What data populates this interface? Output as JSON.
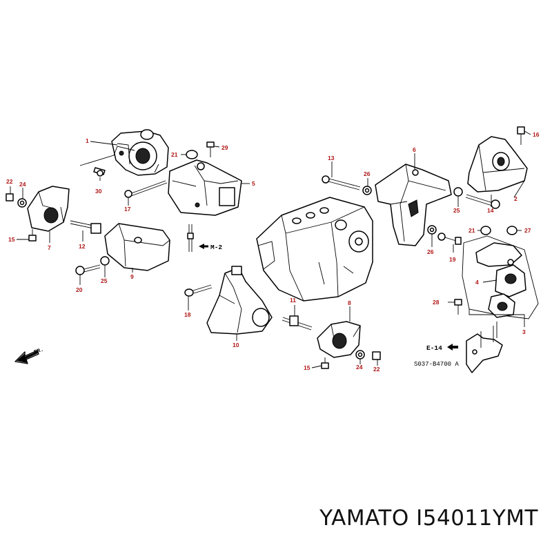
{
  "callouts": [
    {
      "id": "c1",
      "text": "1"
    },
    {
      "id": "c2",
      "text": "2"
    },
    {
      "id": "c3",
      "text": "3"
    },
    {
      "id": "c4",
      "text": "4"
    },
    {
      "id": "c5",
      "text": "5"
    },
    {
      "id": "c6",
      "text": "6"
    },
    {
      "id": "c7",
      "text": "7"
    },
    {
      "id": "c8",
      "text": "8"
    },
    {
      "id": "c9",
      "text": "9"
    },
    {
      "id": "c10",
      "text": "10"
    },
    {
      "id": "c11",
      "text": "11"
    },
    {
      "id": "c12",
      "text": "12"
    },
    {
      "id": "c13",
      "text": "13"
    },
    {
      "id": "c14",
      "text": "14"
    },
    {
      "id": "c15a",
      "text": "15"
    },
    {
      "id": "c15b",
      "text": "15"
    },
    {
      "id": "c16",
      "text": "16"
    },
    {
      "id": "c17",
      "text": "17"
    },
    {
      "id": "c18",
      "text": "18"
    },
    {
      "id": "c19",
      "text": "19"
    },
    {
      "id": "c20",
      "text": "20"
    },
    {
      "id": "c21a",
      "text": "21"
    },
    {
      "id": "c21b",
      "text": "21"
    },
    {
      "id": "c22a",
      "text": "22"
    },
    {
      "id": "c22b",
      "text": "22"
    },
    {
      "id": "c24a",
      "text": "24"
    },
    {
      "id": "c24b",
      "text": "24"
    },
    {
      "id": "c25a",
      "text": "25"
    },
    {
      "id": "c25b",
      "text": "25"
    },
    {
      "id": "c26a",
      "text": "26"
    },
    {
      "id": "c26b",
      "text": "26"
    },
    {
      "id": "c27",
      "text": "27"
    },
    {
      "id": "c28",
      "text": "28"
    },
    {
      "id": "c29",
      "text": "29"
    },
    {
      "id": "c30",
      "text": "30"
    }
  ],
  "references": {
    "m2": "M-2",
    "e14": "E-14",
    "front": "FR.",
    "diagram_code": "S037-B4700 A"
  },
  "brand_line": "YAMATO I54011YMT"
}
